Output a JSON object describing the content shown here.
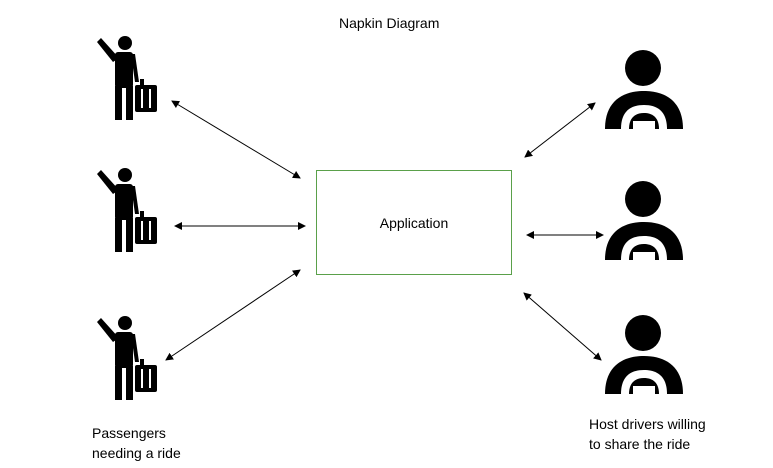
{
  "diagram": {
    "title": "Napkin Diagram",
    "center_node": {
      "label": "Application"
    },
    "passengers": {
      "caption_lines": [
        "Passengers",
        "needing a ride"
      ],
      "icon": "passenger-hailing-with-suitcase-icon",
      "count": 3
    },
    "drivers": {
      "caption_lines": [
        "Host drivers willing",
        "to share the ride"
      ],
      "icon": "driver-steering-wheel-icon",
      "count": 3
    },
    "connectors": [
      {
        "from": "passenger-1",
        "to": "application",
        "type": "double-arrow"
      },
      {
        "from": "passenger-2",
        "to": "application",
        "type": "double-arrow"
      },
      {
        "from": "passenger-3",
        "to": "application",
        "type": "double-arrow"
      },
      {
        "from": "driver-1",
        "to": "application",
        "type": "double-arrow"
      },
      {
        "from": "driver-2",
        "to": "application",
        "type": "double-arrow"
      },
      {
        "from": "driver-3",
        "to": "application",
        "type": "double-arrow"
      }
    ],
    "colors": {
      "box_border": "#5aa04a",
      "icons": "#000000",
      "arrows": "#000000"
    }
  }
}
